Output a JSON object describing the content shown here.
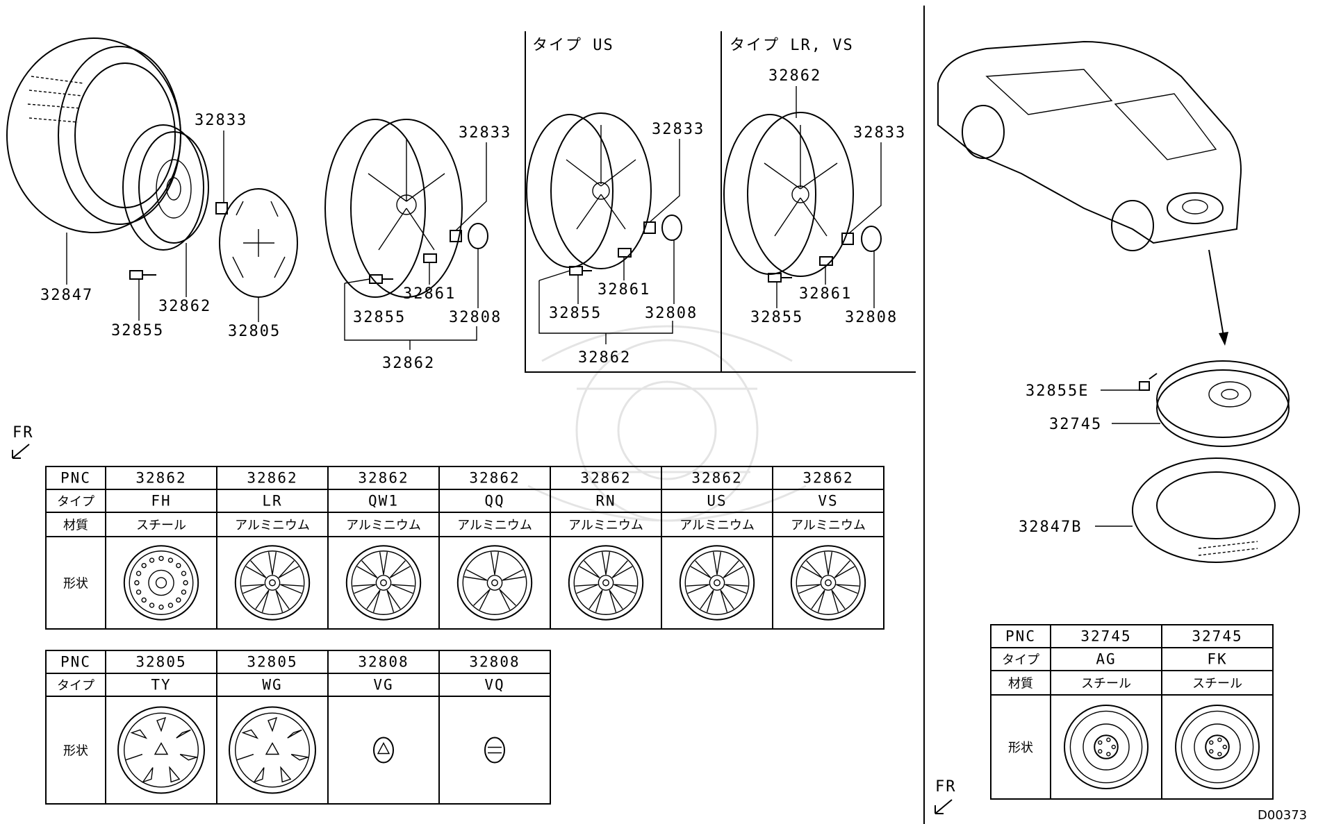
{
  "watermark": "mitsubishi-parts-watermark-icon",
  "callouts": {
    "steel_wheel": {
      "tire": "32847",
      "nut": "32833",
      "wheel": "32862",
      "valve": "32855",
      "cap": "32805"
    },
    "alloy_general": {
      "nut": "32833",
      "weight": "32861",
      "valve": "32855",
      "cap": "32808",
      "wheel": "32862"
    },
    "type_us": {
      "header": "タイプ US",
      "nut": "32833",
      "weight": "32861",
      "valve": "32855",
      "cap": "32808",
      "wheel": "32862"
    },
    "type_lr_vs": {
      "header": "タイプ LR, VS",
      "wheel_top": "32862",
      "nut": "32833",
      "weight": "32861",
      "valve": "32855",
      "cap": "32808"
    },
    "spare": {
      "valve": "32855E",
      "wheel": "32745",
      "tire": "32847B"
    }
  },
  "fr_label": "FR",
  "diagram_code": "D00373",
  "table1": {
    "row_labels": {
      "pnc": "PNC",
      "type": "タイプ",
      "material": "材質",
      "shape": "形状"
    },
    "columns": [
      {
        "pnc": "32862",
        "type": "FH",
        "material": "スチール",
        "shape": "steel-wheel-icon"
      },
      {
        "pnc": "32862",
        "type": "LR",
        "material": "アルミニウム",
        "shape": "alloy-wheel-lr-icon"
      },
      {
        "pnc": "32862",
        "type": "QW1",
        "material": "アルミニウム",
        "shape": "alloy-wheel-qw1-icon"
      },
      {
        "pnc": "32862",
        "type": "QQ",
        "material": "アルミニウム",
        "shape": "alloy-wheel-qq-icon"
      },
      {
        "pnc": "32862",
        "type": "RN",
        "material": "アルミニウム",
        "shape": "alloy-wheel-rn-icon"
      },
      {
        "pnc": "32862",
        "type": "US",
        "material": "アルミニウム",
        "shape": "alloy-wheel-us-icon"
      },
      {
        "pnc": "32862",
        "type": "VS",
        "material": "アルミニウム",
        "shape": "alloy-wheel-vs-icon"
      }
    ]
  },
  "table2": {
    "row_labels": {
      "pnc": "PNC",
      "type": "タイプ",
      "shape": "形状"
    },
    "columns": [
      {
        "pnc": "32805",
        "type": "TY",
        "shape": "wheel-cover-ty-icon"
      },
      {
        "pnc": "32805",
        "type": "WG",
        "shape": "wheel-cover-wg-icon"
      },
      {
        "pnc": "32808",
        "type": "VG",
        "shape": "center-cap-vg-icon"
      },
      {
        "pnc": "32808",
        "type": "VQ",
        "shape": "center-cap-vq-icon"
      }
    ]
  },
  "table3": {
    "row_labels": {
      "pnc": "PNC",
      "type": "タイプ",
      "material": "材質",
      "shape": "形状"
    },
    "columns": [
      {
        "pnc": "32745",
        "type": "AG",
        "material": "スチール",
        "shape": "spare-wheel-ag-icon"
      },
      {
        "pnc": "32745",
        "type": "FK",
        "material": "スチール",
        "shape": "spare-wheel-fk-icon"
      }
    ]
  }
}
